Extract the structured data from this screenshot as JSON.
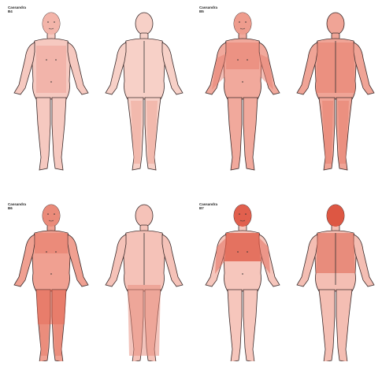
{
  "panels": [
    {
      "name": "Cassandra",
      "code": "B4",
      "intensity": 0.35
    },
    {
      "name": "Cassandra",
      "code": "B5",
      "intensity": 0.55
    },
    {
      "name": "Cassandra",
      "code": "B6",
      "intensity": 0.6
    },
    {
      "name": "Cassandra",
      "code": "B7",
      "intensity": 0.4
    }
  ],
  "colors": {
    "outline": "#3a2a2a",
    "skin_fill": "#f3b3a8",
    "heavy_fill": "#e46a57",
    "background": "#ffffff"
  }
}
